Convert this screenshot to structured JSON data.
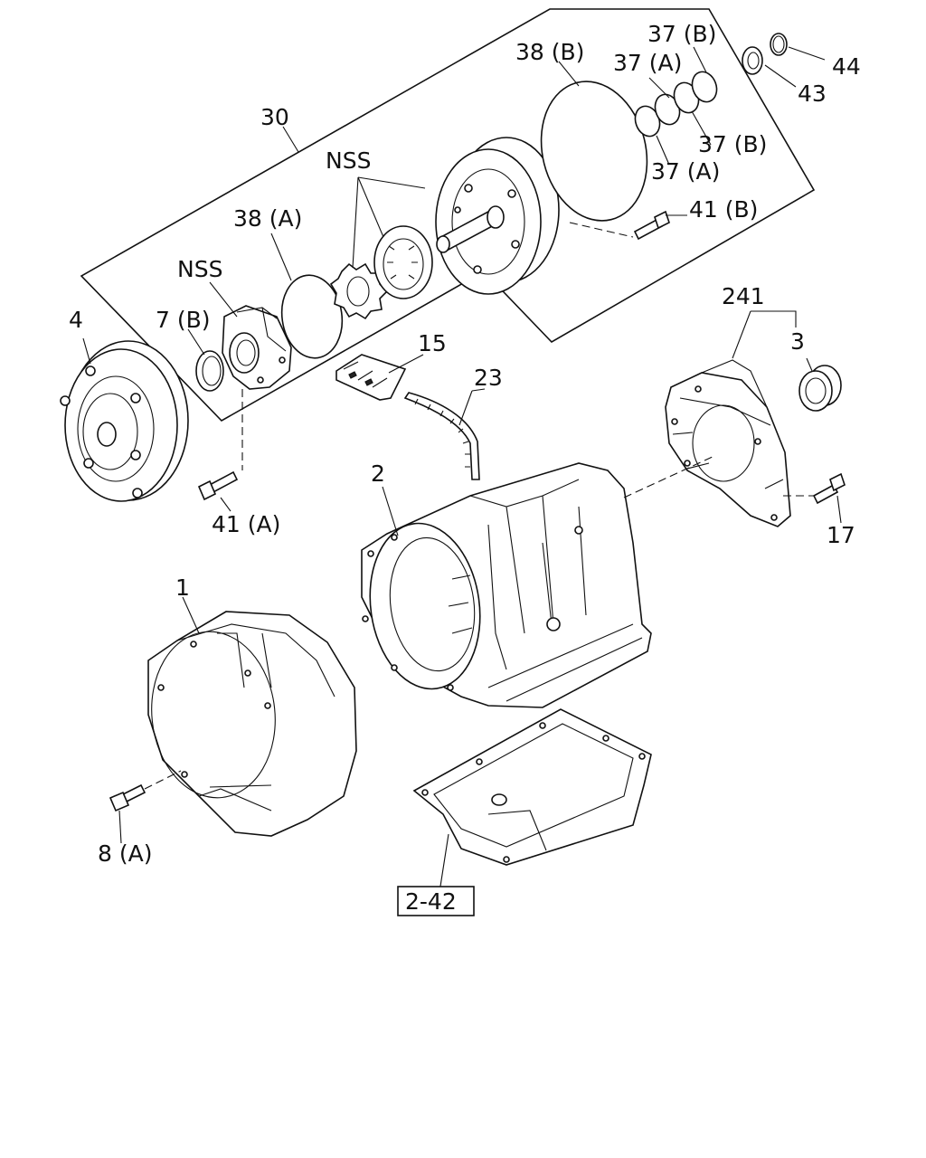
{
  "labels": {
    "p30": "30",
    "p38b": "38 (B)",
    "p37b_top": "37 (B)",
    "p37a_top": "37 (A)",
    "p37b_bot": "37 (B)",
    "p37a_bot": "37 (A)",
    "p44": "44",
    "p43": "43",
    "nss_top": "NSS",
    "p38a": "38 (A)",
    "nss_left": "NSS",
    "p41b": "41 (B)",
    "p4": "4",
    "p7b": "7 (B)",
    "p15": "15",
    "p23": "23",
    "p241": "241",
    "p3": "3",
    "p41a": "41 (A)",
    "p2": "2",
    "p17": "17",
    "p1": "1",
    "p8a": "8 (A)",
    "ref": "2-42"
  },
  "parts": [
    "bellhousing-outline-box",
    "torque-converter",
    "oil-seal",
    "oil-pump-cover",
    "o-ring-38a",
    "pump-gears",
    "oil-pump-body",
    "o-ring-38b",
    "seal-rings-37",
    "washer-43",
    "snap-ring-44",
    "bolt-41a",
    "bolt-41b",
    "connector-15",
    "harness-23",
    "transmission-case",
    "extension-housing",
    "bushing-3",
    "bolt-17",
    "converter-housing",
    "bolt-8a",
    "oil-pan"
  ]
}
